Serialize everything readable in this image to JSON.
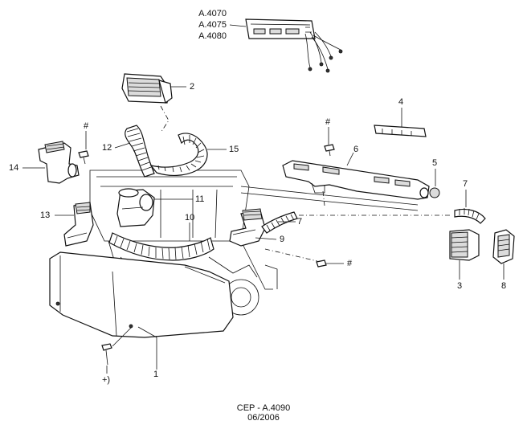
{
  "references": [
    "A.4070",
    "A.4075",
    "A.4080"
  ],
  "callouts": {
    "c1": "1",
    "c2": "2",
    "c3": "3",
    "c4": "4",
    "c5": "5",
    "c6": "6",
    "c7a": "7",
    "c7b": "7",
    "c8": "8",
    "c9": "9",
    "c10": "10",
    "c11": "11",
    "c12": "12",
    "c13": "13",
    "c14": "14",
    "c15": "15",
    "hash_a": "#",
    "hash_b": "#",
    "hash_c": "#",
    "plus_note": "+)"
  },
  "footer": {
    "code": "CEP - A.4090",
    "date": "06/2006"
  }
}
